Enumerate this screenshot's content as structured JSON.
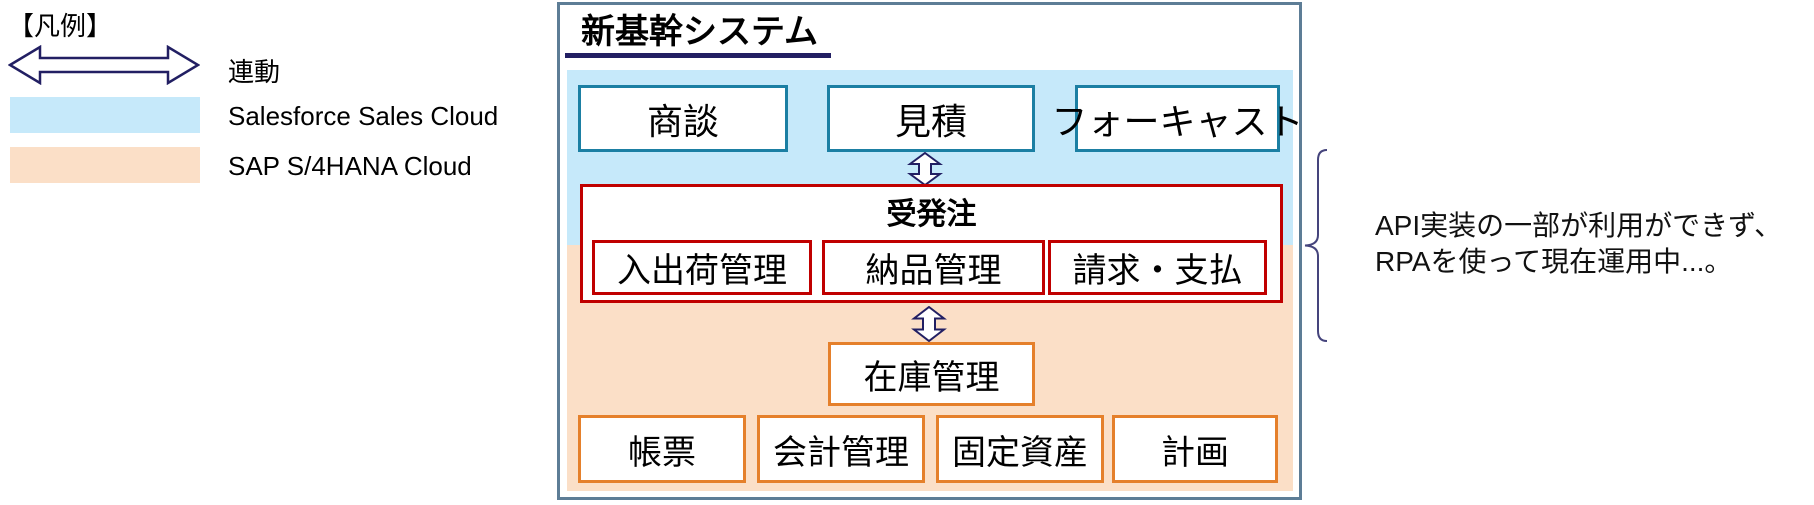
{
  "legend": {
    "title": "【凡例】",
    "arrow_label": "連動",
    "salesforce_label": "Salesforce Sales Cloud",
    "sap_label": "SAP S/4HANA Cloud"
  },
  "colors": {
    "salesforce_region": "#c6e9fa",
    "sap_region": "#fbdfc7",
    "navy_accent": "#221f63",
    "teal_box_border": "#1b7fa3",
    "red_box_border": "#c00000",
    "orange_box_border": "#e5802b",
    "frame_border": "#5d7d96",
    "brace": "#45447c"
  },
  "diagram": {
    "title": "新基幹システム",
    "sales_modules": [
      "商談",
      "見積",
      "フォーキャスト"
    ],
    "order_section": {
      "label": "受発注",
      "modules": [
        "入出荷管理",
        "納品管理",
        "請求・支払"
      ]
    },
    "inventory_label": "在庫管理",
    "sap_modules": [
      "帳票",
      "会計管理",
      "固定資産",
      "計画"
    ]
  },
  "annotation": {
    "line1": "API実装の一部が利用ができず、",
    "line2": "RPAを使って現在運用中...。"
  }
}
